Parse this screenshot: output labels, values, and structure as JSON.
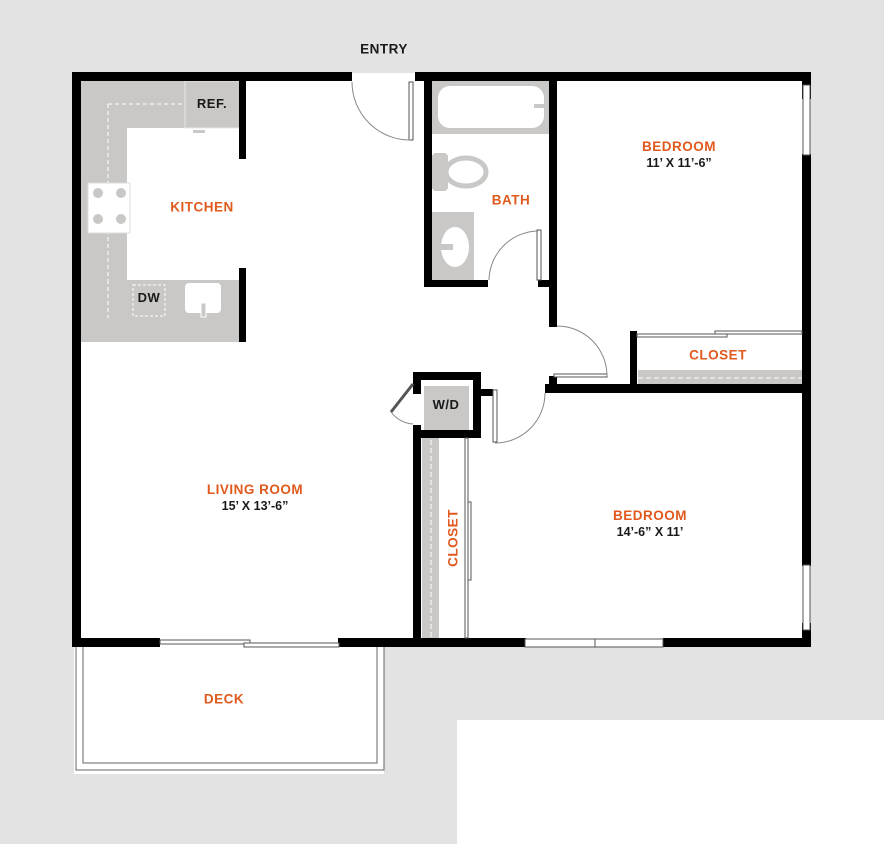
{
  "floorplan": {
    "colors": {
      "background_outer": "#e3e3e3",
      "wall": "#000000",
      "fixture_gray": "#c9c8c6",
      "room_label": "#e05a1e",
      "dimension_text": "#1a1a1a",
      "floor": "#ffffff"
    },
    "entry": {
      "label": "ENTRY"
    },
    "rooms": {
      "kitchen": {
        "label": "KITCHEN"
      },
      "bath": {
        "label": "BATH"
      },
      "bedroom1": {
        "label": "BEDROOM",
        "dimensions": "11’ X 11’-6”"
      },
      "closet1": {
        "label": "CLOSET"
      },
      "living": {
        "label": "LIVING ROOM",
        "dimensions": "15’ X 13’-6”"
      },
      "bedroom2": {
        "label": "BEDROOM",
        "dimensions": "14’-6” X 11’"
      },
      "closet2": {
        "label": "CLOSET"
      },
      "deck": {
        "label": "DECK"
      }
    },
    "fixtures": {
      "refrigerator": "REF.",
      "dishwasher": "DW",
      "washer_dryer": "W/D"
    }
  }
}
